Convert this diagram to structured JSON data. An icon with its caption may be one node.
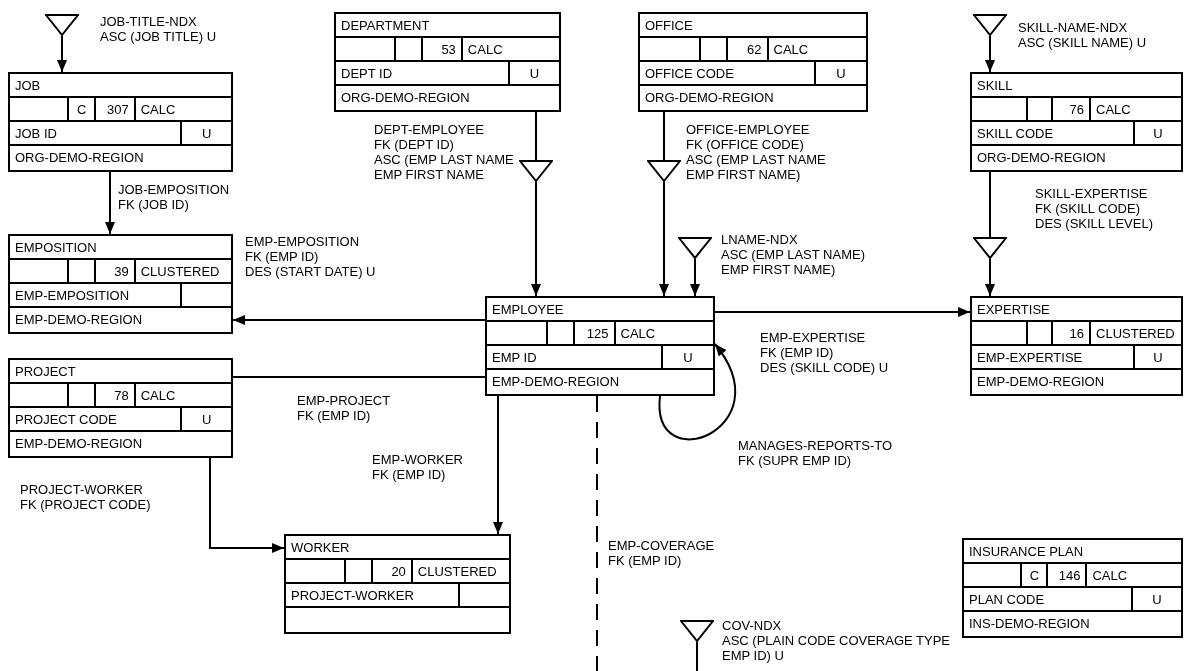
{
  "diagram": {
    "nodes": [
      {
        "text": [],
        "shape": "triangle",
        "beside": [
          "JOB-TITLE-NDX ASC (JOB TITLE) U"
        ]
      },
      {
        "text": [
          "DEPARTMENT",
          "53",
          "CALC",
          "DEPT ID",
          "U",
          "ORG-DEMO-REGION"
        ]
      },
      {
        "text": [
          "OFFICE",
          "62",
          "CALC",
          "OFFICE CODE",
          "U",
          "ORG-DEMO-REGION"
        ]
      },
      {
        "text": [],
        "shape": "triangle",
        "beside": [
          "SKILL-NAME-NDX ASC (SKILL NAME) U"
        ]
      },
      {
        "text": [
          "JOB",
          "C",
          "307",
          "CALC",
          "JOB ID",
          "U",
          "ORG-DEMO-REGION"
        ]
      },
      {
        "text": [
          "SKILL",
          "76",
          "CALC",
          "SKILL CODE",
          "U",
          "ORG-DEMO-REGION"
        ]
      },
      {
        "text": [],
        "shape": "triangle"
      },
      {
        "text": [],
        "shape": "triangle"
      },
      {
        "text": [],
        "shape": "triangle"
      },
      {
        "text": [
          "EMPOSITION",
          "39",
          "CLUSTERED",
          "EMP-EMPOSITION",
          "EMP-DEMO-REGION"
        ]
      },
      {
        "text": [],
        "shape": "triangle",
        "beside": [
          "LNAME-NDX ASC (EMP LAST NAME) EMP FIRST NAME)"
        ]
      },
      {
        "text": [
          "EMPLOYEE",
          "125",
          "CALC",
          "EMP ID",
          "U",
          "EMP-DEMO-REGION"
        ]
      },
      {
        "text": [
          "EXPERTISE",
          "16",
          "CLUSTERED",
          "EMP-EXPERTISE",
          "U",
          "EMP-DEMO-REGION"
        ]
      },
      {
        "text": [
          "PROJECT",
          "78",
          "CALC",
          "PROJECT CODE",
          "U",
          "EMP-DEMO-REGION"
        ]
      },
      {
        "text": [
          "WORKER",
          "20",
          "CLUSTERED",
          "PROJECT-WORKER"
        ]
      },
      {
        "text": [
          "INSURANCE PLAN",
          "C",
          "146",
          "CALC",
          "PLAN CODE",
          "U",
          "INS-DEMO-REGION"
        ]
      },
      {
        "text": [],
        "shape": "triangle",
        "beside": [
          "COV-NDX ASC (PLAIN CODE COVERAGE TYPE EMP ID) U"
        ]
      }
    ],
    "edges": [
      {
        "from": 0,
        "to": 4,
        "arrow": "to"
      },
      {
        "from": 1,
        "to": 6,
        "arrow": "none",
        "label": "DEPT-EMPLOYEE FK (DEPT ID) ASC (EMP LAST NAME EMP FIRST NAME"
      },
      {
        "from": 6,
        "to": 11,
        "arrow": "to"
      },
      {
        "from": 2,
        "to": 7,
        "arrow": "none",
        "label": "OFFICE-EMPLOYEE FK (OFFICE CODE) ASC (EMP LAST NAME EMP FIRST NAME)"
      },
      {
        "from": 7,
        "to": 11,
        "arrow": "to"
      },
      {
        "from": 3,
        "to": 5,
        "arrow": "to"
      },
      {
        "from": 4,
        "to": 9,
        "arrow": "to",
        "label": "JOB-EMPOSITION FK (JOB ID)"
      },
      {
        "from": 5,
        "to": 8,
        "arrow": "none",
        "label": "SKILL-EXPERTISE FK (SKILL CODE) DES (SKILL LEVEL)"
      },
      {
        "from": 8,
        "to": 12,
        "arrow": "to"
      },
      {
        "from": 10,
        "to": 11,
        "arrow": "to"
      },
      {
        "from": 11,
        "to": 9,
        "arrow": "to",
        "label": "EMP-EMPOSITION FK (EMP ID) DES (START DATE) U"
      },
      {
        "from": 11,
        "to": 12,
        "arrow": "to",
        "label": "EMP-EXPERTISE FK (EMP ID) DES (SKILL CODE) U"
      },
      {
        "from": 11,
        "to": 11,
        "arrow": "to",
        "label": "MANAGES-REPORTS-TO FK (SUPR EMP ID)"
      },
      {
        "from": 13,
        "to": 11,
        "arrow": "none",
        "label": "EMP-PROJECT FK (EMP ID)"
      },
      {
        "from": 11,
        "to": 14,
        "arrow": "to",
        "label": "EMP-WORKER FK (EMP ID)"
      },
      {
        "from": 13,
        "to": 14,
        "arrow": "to",
        "label": "PROJECT-WORKER FK (PROJECT CODE)"
      },
      {
        "from": 11,
        "to": null,
        "arrow": "none",
        "style": "dashed",
        "label": "EMP-COVERAGE FK (EMP ID)"
      },
      {
        "from": 16,
        "to": null,
        "arrow": "none"
      }
    ]
  }
}
